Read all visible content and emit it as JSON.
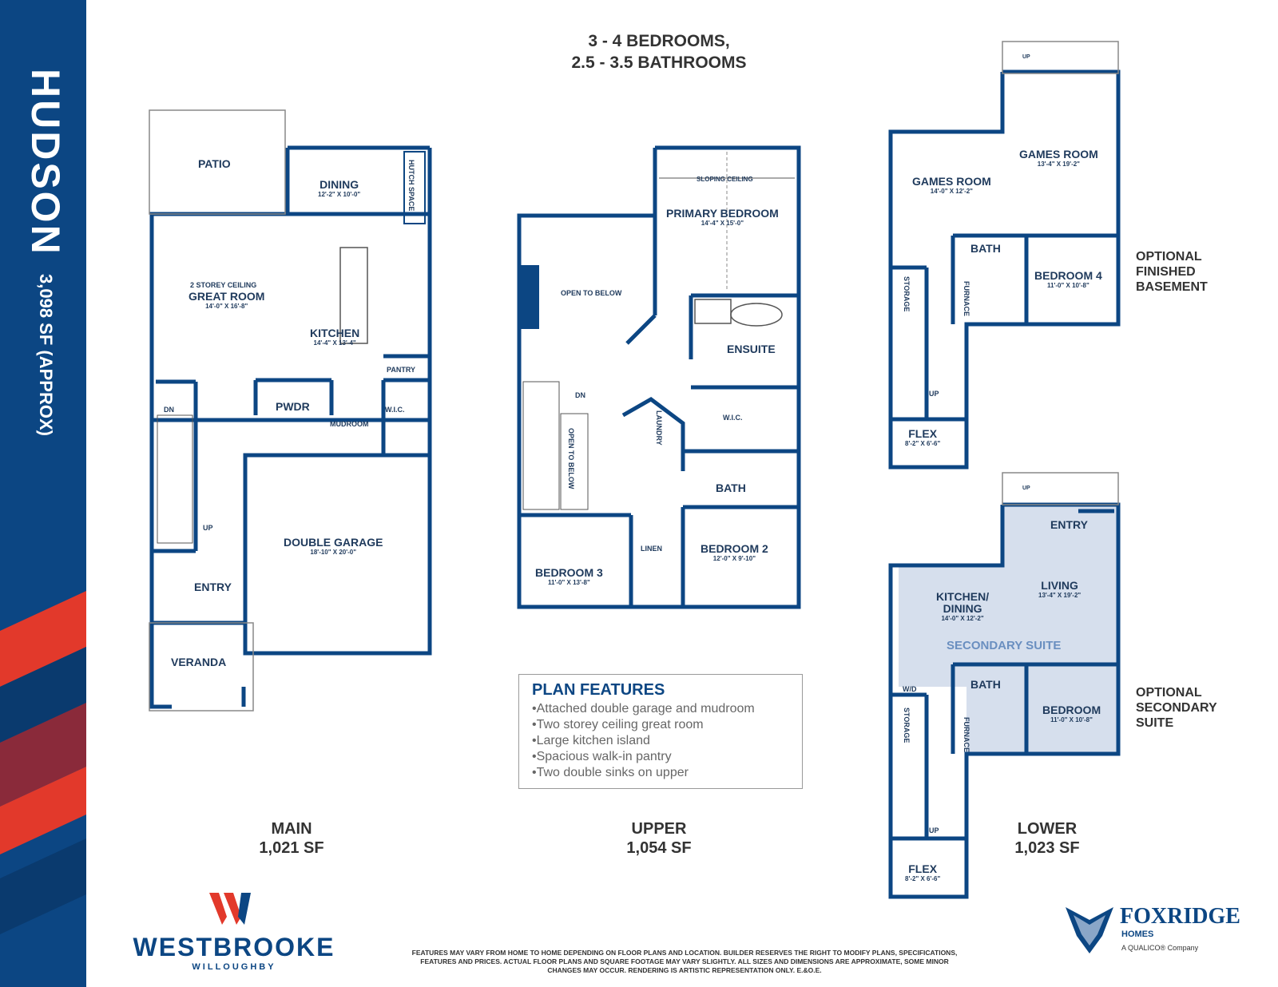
{
  "title": "HUDSON",
  "area_total": "3,098 SF (APPROX)",
  "header": {
    "line1": "3 - 4 BEDROOMS,",
    "line2": "2.5 - 3.5 BATHROOMS"
  },
  "main": {
    "patio": "PATIO",
    "dining": "DINING",
    "dining_dim": "12'-2\" X 10'-0\"",
    "hutch": "HUTCH SPACE",
    "ceiling": "2 STOREY CEILING",
    "great": "GREAT ROOM",
    "great_dim": "14'-0\" X 16'-8\"",
    "kitchen": "KITCHEN",
    "kitchen_dim": "14'-4\" X 13'-4\"",
    "pantry": "PANTRY",
    "pwdr": "PWDR",
    "mudroom": "MUDROOM",
    "wic": "W.I.C.",
    "dn": "DN",
    "up": "UP",
    "garage": "DOUBLE GARAGE",
    "garage_dim": "18'-10\" X 20'-0\"",
    "entry": "ENTRY",
    "veranda": "VERANDA",
    "floor": "MAIN",
    "sf": "1,021 SF"
  },
  "upper": {
    "sloping": "SLOPING CEILING",
    "primary": "PRIMARY BEDROOM",
    "primary_dim": "14'-4\" X 15'-0\"",
    "open1": "OPEN TO BELOW",
    "ensuite": "ENSUITE",
    "dn": "DN",
    "laundry": "LAUNDRY",
    "wic": "W.I.C.",
    "open2": "OPEN TO BELOW",
    "bath": "BATH",
    "linen": "LINEN",
    "bed2": "BEDROOM 2",
    "bed2_dim": "12'-0\" X 9'-10\"",
    "bed3": "BEDROOM 3",
    "bed3_dim": "11'-0\" X 13'-8\"",
    "floor": "UPPER",
    "sf": "1,054 SF"
  },
  "basement": {
    "up": "UP",
    "games1": "GAMES ROOM",
    "games1_dim": "13'-4\" X 19'-2\"",
    "games2": "GAMES ROOM",
    "games2_dim": "14'-0\" X 12'-2\"",
    "bath": "BATH",
    "bed4": "BEDROOM 4",
    "bed4_dim": "11'-0\" X 10'-8\"",
    "storage": "STORAGE",
    "furnace": "FURNACE",
    "up2": "UP",
    "flex": "FLEX",
    "flex_dim": "8'-2\" X 6'-6\"",
    "option": [
      "OPTIONAL",
      "FINISHED",
      "BASEMENT"
    ]
  },
  "suite": {
    "up": "UP",
    "entry": "ENTRY",
    "kitchen": "KITCHEN/",
    "kitchen2": "DINING",
    "kitchen_dim": "14'-0\" X 12'-2\"",
    "living": "LIVING",
    "living_dim": "13'-4\" X 19'-2\"",
    "suite_label": "SECONDARY SUITE",
    "wd": "W/D",
    "bath": "BATH",
    "bed": "BEDROOM",
    "bed_dim": "11'-0\" X 10'-8\"",
    "storage": "STORAGE",
    "furnace": "FURNACE",
    "up2": "UP",
    "flex": "FLEX",
    "flex_dim": "8'-2\" X 6'-6\"",
    "option": [
      "OPTIONAL",
      "SECONDARY",
      "SUITE"
    ],
    "floor": "LOWER",
    "sf": "1,023 SF"
  },
  "features": {
    "heading": "PLAN FEATURES",
    "items": [
      "Attached double garage and mudroom",
      "Two storey ceiling great room",
      "Large kitchen island",
      "Spacious walk-in pantry",
      "Two double sinks on upper"
    ]
  },
  "brand": {
    "name": "WESTBROOKE",
    "sub": "WILLOUGHBY"
  },
  "disclaimer": "FEATURES MAY VARY FROM HOME TO HOME DEPENDING ON FLOOR PLANS AND LOCATION. BUILDER RESERVES THE RIGHT TO MODIFY PLANS, SPECIFICATIONS, FEATURES AND PRICES. ACTUAL FLOOR PLANS AND SQUARE FOOTAGE MAY VARY SLIGHTLY. ALL SIZES AND DIMENSIONS ARE APPROXIMATE, SOME MINOR CHANGES MAY OCCUR. RENDERING IS ARTISTIC REPRESENTATION ONLY. E.&O.E.",
  "builder": {
    "name": "FOXRIDGE",
    "sub": "HOMES",
    "tag": "A QUALICO® Company"
  },
  "colors": {
    "navy": "#0c4683",
    "red": "#e2392b",
    "suite_fill": "#d6dfed",
    "suite_text": "#6a8fc0"
  }
}
